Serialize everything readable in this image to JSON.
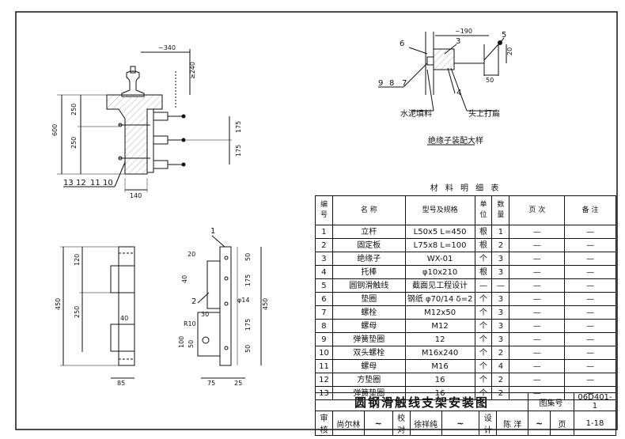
{
  "drawing": {
    "dims": {
      "top_340": "~340",
      "d240": "≥240",
      "d600": "600",
      "d250a": "250",
      "d250b": "250",
      "d175a": "175",
      "d175b": "175",
      "d140": "140",
      "d190": "~190",
      "d20_detail": "20",
      "d50_detail": "50",
      "left_120": "120",
      "left_250": "250",
      "left_40": "40",
      "left_450": "450",
      "left_85": "85",
      "r_20": "20",
      "r_40": "40",
      "r_50a": "50",
      "r_175a": "175",
      "r_175b": "175",
      "r_phi14": "φ14",
      "r_30": "30",
      "r_R10": "R10",
      "r_100": "100",
      "r_50b": "50",
      "r_50c": "50",
      "r_450": "450",
      "r_75": "75",
      "r_25": "25"
    },
    "callouts": {
      "left_group": [
        "13",
        "12",
        "11",
        "10"
      ],
      "detail_6": "6",
      "detail_3": "3",
      "detail_5": "5",
      "detail_987": [
        "9",
        "8",
        "7"
      ],
      "detail_4": "4",
      "part_1": "1",
      "part_2": "2"
    },
    "notes": {
      "cement": "水泥填料",
      "flatten": "头上打扁",
      "detail_title": "绝缘子装配大样"
    }
  },
  "materials": {
    "caption": "材 料 明 细 表",
    "headers": {
      "no": "编\n号",
      "name": "名   称",
      "spec": "型号及规格",
      "unit": "单\n位",
      "qty": "数\n量",
      "page": "页   次",
      "note": "备   注"
    },
    "rows": [
      {
        "no": "1",
        "name": "立杆",
        "spec": "L50x5  L=450",
        "unit": "根",
        "qty": "1",
        "page": "—",
        "note": "—"
      },
      {
        "no": "2",
        "name": "固定板",
        "spec": "L75x8  L=100",
        "unit": "根",
        "qty": "2",
        "page": "—",
        "note": "—"
      },
      {
        "no": "3",
        "name": "绝缘子",
        "spec": "WX-01",
        "unit": "个",
        "qty": "3",
        "page": "—",
        "note": "—"
      },
      {
        "no": "4",
        "name": "托棒",
        "spec": "φ10x210",
        "unit": "根",
        "qty": "3",
        "page": "—",
        "note": "—"
      },
      {
        "no": "5",
        "name": "圆钢滑触线",
        "spec": "截面见工程设计",
        "unit": "—",
        "qty": "—",
        "page": "—",
        "note": "—"
      },
      {
        "no": "6",
        "name": "垫圈",
        "spec": "钢纸 φ70/14  δ=2",
        "unit": "个",
        "qty": "3",
        "page": "—",
        "note": "—"
      },
      {
        "no": "7",
        "name": "螺栓",
        "spec": "M12x50",
        "unit": "个",
        "qty": "3",
        "page": "—",
        "note": "—"
      },
      {
        "no": "8",
        "name": "螺母",
        "spec": "M12",
        "unit": "个",
        "qty": "3",
        "page": "—",
        "note": "—"
      },
      {
        "no": "9",
        "name": "弹簧垫圈",
        "spec": "12",
        "unit": "个",
        "qty": "3",
        "page": "—",
        "note": "—"
      },
      {
        "no": "10",
        "name": "双头螺栓",
        "spec": "M16x240",
        "unit": "个",
        "qty": "2",
        "page": "—",
        "note": "—"
      },
      {
        "no": "11",
        "name": "螺母",
        "spec": "M16",
        "unit": "个",
        "qty": "4",
        "page": "—",
        "note": "—"
      },
      {
        "no": "12",
        "name": "方垫圈",
        "spec": "16",
        "unit": "个",
        "qty": "2",
        "page": "—",
        "note": "—"
      },
      {
        "no": "13",
        "name": "弹簧垫圈",
        "spec": "16",
        "unit": "个",
        "qty": "2",
        "page": "—",
        "note": "—"
      }
    ]
  },
  "titleblock": {
    "title": "圆钢滑触线支架安装图",
    "atlas_label": "图集号",
    "atlas_no": "06D401-1",
    "review_label": "审核",
    "reviewer": "尚尔林",
    "check_label": "校对",
    "checker": "徐祥纯",
    "design_label": "设计",
    "designer": "陈 洋",
    "page_label": "页",
    "page_no": "1-18"
  }
}
